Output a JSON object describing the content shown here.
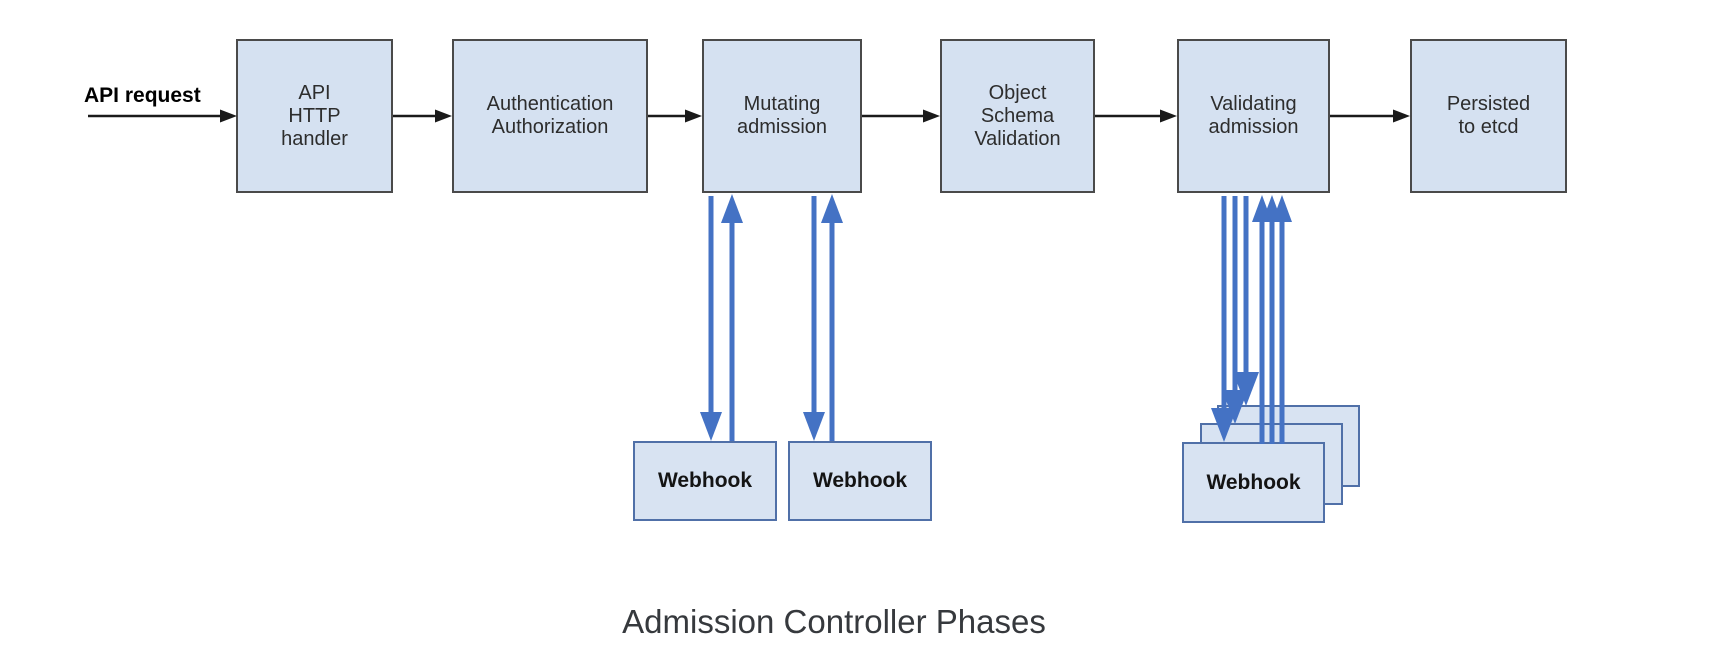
{
  "diagram": {
    "caption": "Admission Controller Phases",
    "flow_entry_label": "API request",
    "phases": [
      {
        "name": "api-http-handler",
        "lines": [
          "API",
          "HTTP",
          "handler"
        ]
      },
      {
        "name": "authentication-authorization",
        "lines": [
          "Authentication",
          "Authorization"
        ]
      },
      {
        "name": "mutating-admission",
        "lines": [
          "Mutating",
          "admission"
        ]
      },
      {
        "name": "object-schema-validation",
        "lines": [
          "Object",
          "Schema",
          "Validation"
        ]
      },
      {
        "name": "validating-admission",
        "lines": [
          "Validating",
          "admission"
        ]
      },
      {
        "name": "persisted-to-etcd",
        "lines": [
          "Persisted",
          "to etcd"
        ]
      }
    ],
    "webhooks": {
      "mutating_labels": [
        "Webhook",
        "Webhook"
      ],
      "validating_label": "Webhook",
      "validating_stack_count": 3
    },
    "colors": {
      "box_fill": "#d5e1f1",
      "box_border": "#4a4a4a",
      "webhook_border": "#5070a8",
      "arrow_black": "#1a1a1a",
      "arrow_blue": "#4472c4",
      "caption_color": "#36393d"
    }
  }
}
